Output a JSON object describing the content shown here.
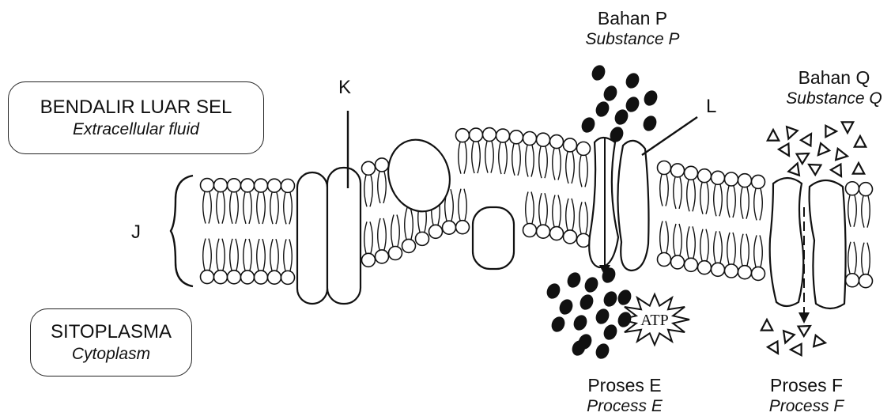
{
  "boxes": {
    "extracellular": {
      "ms": "BENDALIR LUAR SEL",
      "en": "Extracellular fluid"
    },
    "cytoplasm": {
      "ms": "SITOPLASMA",
      "en": "Cytoplasm"
    }
  },
  "labels": {
    "J": "J",
    "K": "K",
    "L": "L",
    "atp": "ATP"
  },
  "substances": {
    "P": {
      "ms": "Bahan P",
      "en": "Substance P"
    },
    "Q": {
      "ms": "Bahan Q",
      "en": "Substance Q"
    }
  },
  "processes": {
    "E": {
      "ms": "Proses E",
      "en": "Process E"
    },
    "F": {
      "ms": "Proses F",
      "en": "Process F"
    }
  },
  "colors": {
    "ink": "#111111",
    "background": "#ffffff"
  }
}
